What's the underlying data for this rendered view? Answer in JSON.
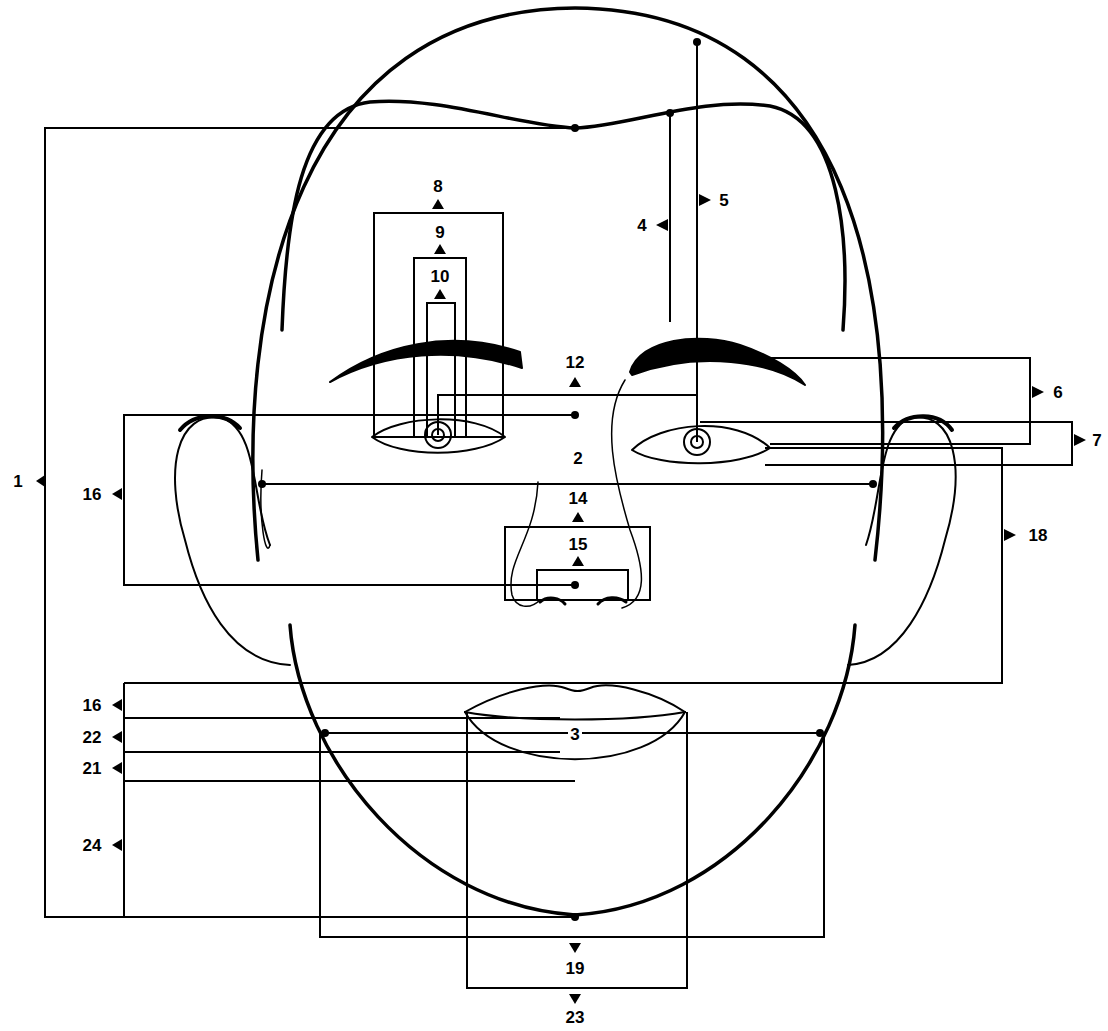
{
  "diagram": {
    "labels": [
      "8",
      "5",
      "4",
      "9",
      "10",
      "12",
      "6",
      "7",
      "2",
      "1",
      "16",
      "14",
      "18",
      "15",
      "16",
      "3",
      "22",
      "21",
      "24",
      "19",
      "23"
    ]
  }
}
